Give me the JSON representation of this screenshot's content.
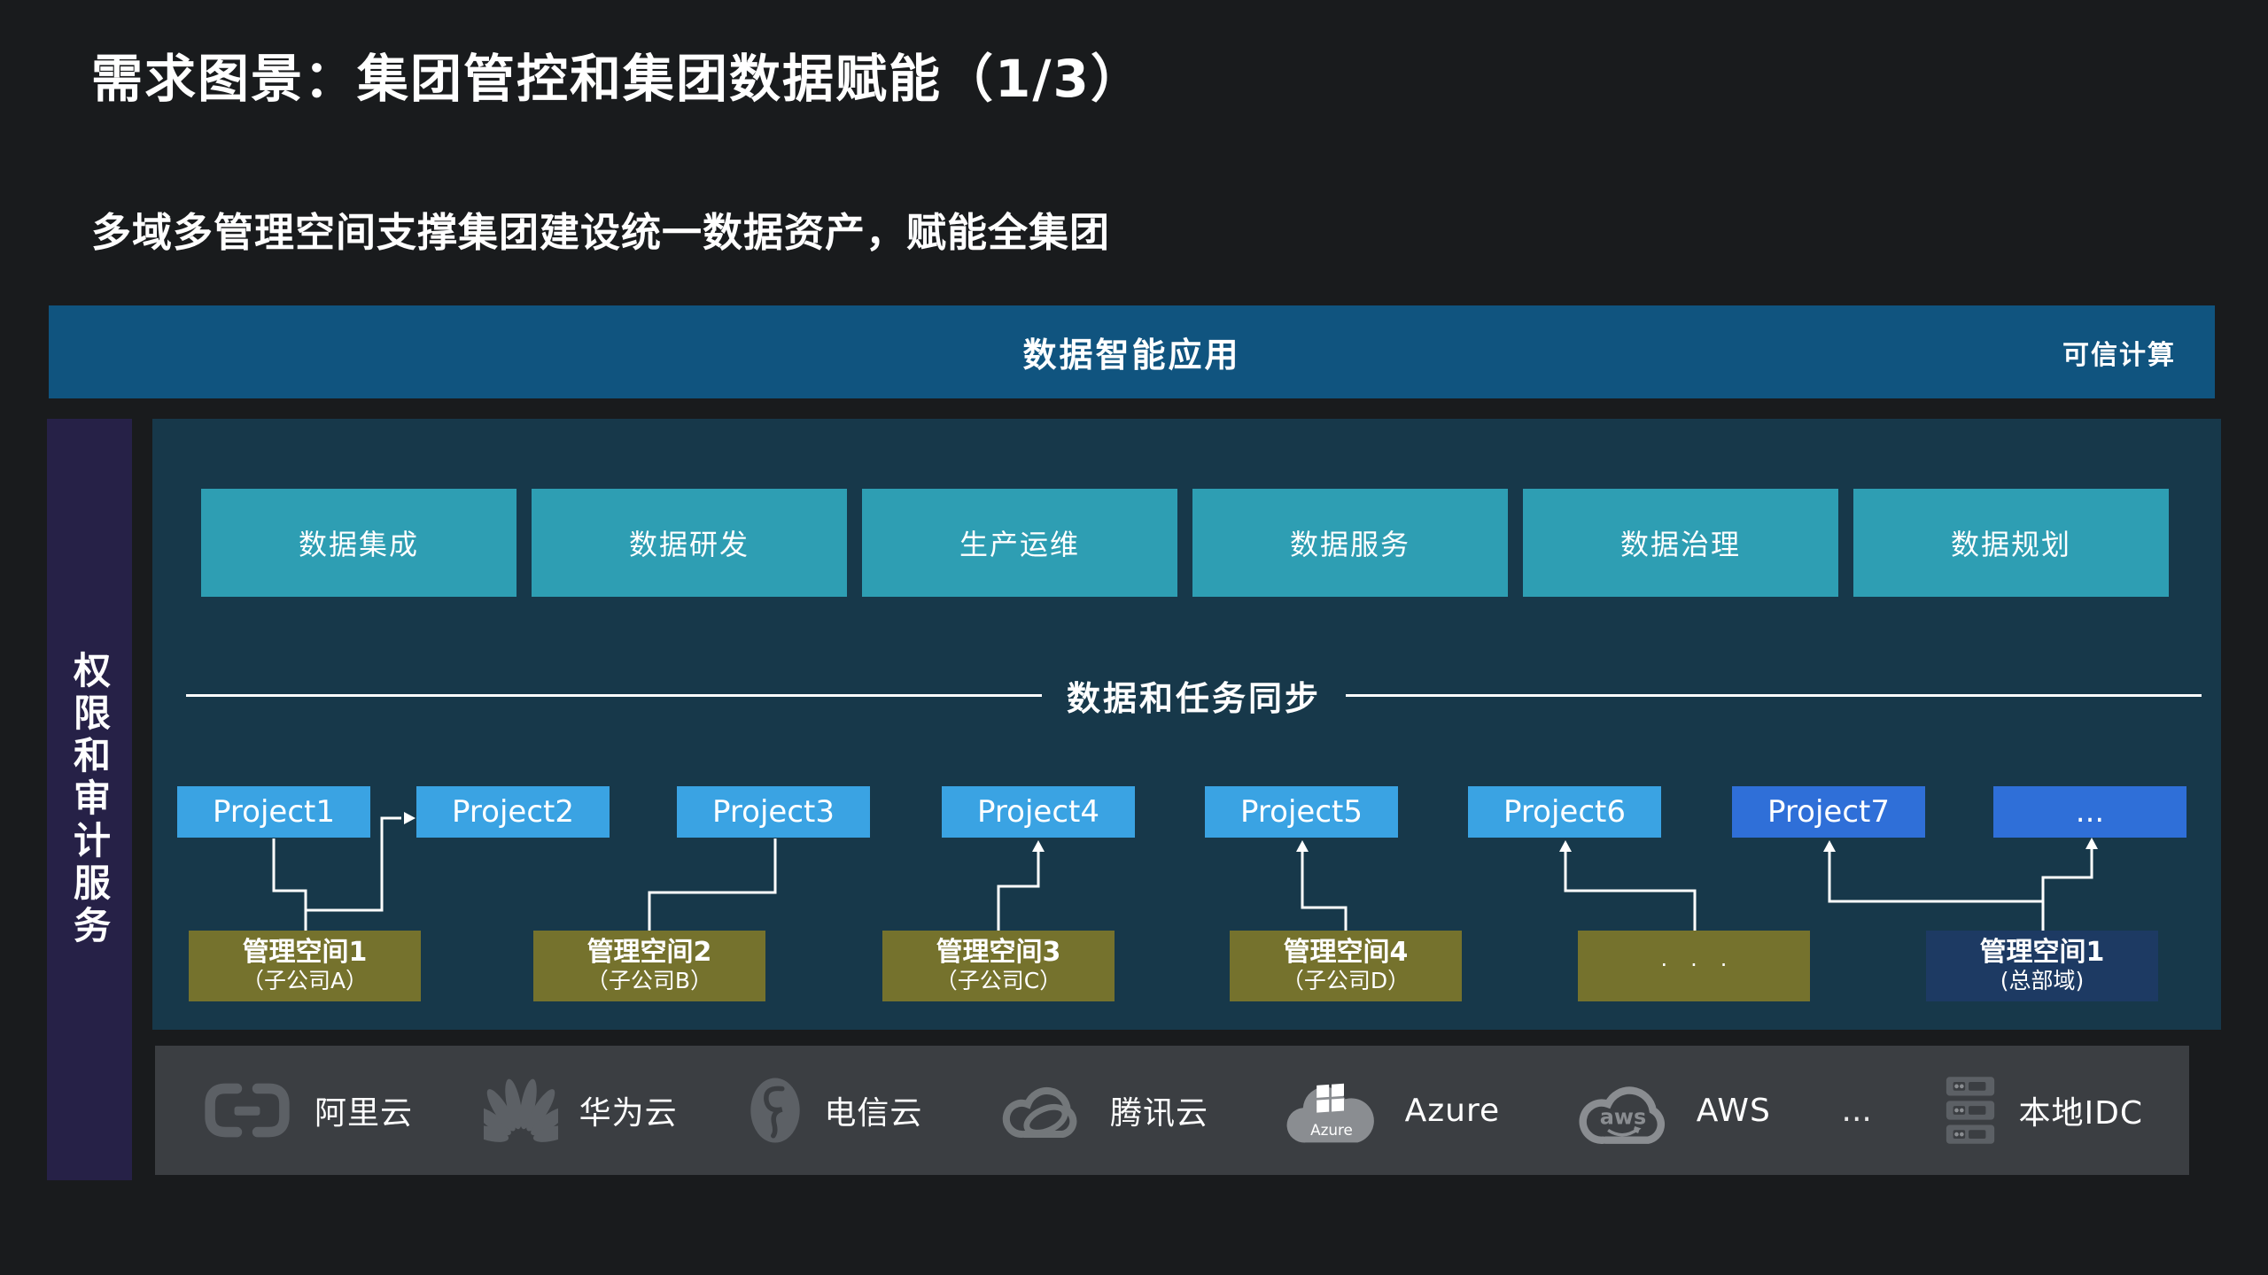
{
  "slide": {
    "title": "需求图景：集团管控和集团数据赋能（1/3）",
    "subtitle": "多域多管理空间支撑集团建设统一数据资产，赋能全集团"
  },
  "top_banner": {
    "title": "数据智能应用",
    "right_label": "可信计算"
  },
  "sidebar": {
    "label": "权限和审计服务"
  },
  "modules": {
    "items": [
      "数据集成",
      "数据研发",
      "生产运维",
      "数据服务",
      "数据治理",
      "数据规划"
    ]
  },
  "sync_divider": {
    "label": "数据和任务同步"
  },
  "projects": {
    "items": [
      "Project1",
      "Project2",
      "Project3",
      "Project4",
      "Project5",
      "Project6",
      "Project7",
      "..."
    ]
  },
  "workspaces": {
    "items": [
      {
        "title": "管理空间1",
        "subtitle": "（子公司A）"
      },
      {
        "title": "管理空间2",
        "subtitle": "（子公司B）"
      },
      {
        "title": "管理空间3",
        "subtitle": "（子公司C）"
      },
      {
        "title": "管理空间4",
        "subtitle": "（子公司D）"
      },
      {
        "title": "···",
        "subtitle": ""
      },
      {
        "title": "管理空间1",
        "subtitle": "(总部域)"
      }
    ]
  },
  "providers": {
    "items": [
      {
        "label": "阿里云"
      },
      {
        "label": "华为云"
      },
      {
        "label": "电信云"
      },
      {
        "label": "腾讯云"
      },
      {
        "label": "Azure"
      },
      {
        "label": "AWS"
      },
      {
        "label": "..."
      },
      {
        "label": "本地IDC"
      }
    ],
    "azure_logo_text": "Azure",
    "aws_logo_text": "aws"
  },
  "colors": {
    "banner_blue": "#10547f",
    "panel_teal": "#17384a",
    "module_teal": "#2e9eb3",
    "project_blue": "#3aa3e3",
    "project_royal": "#2f6fd8",
    "workspace_olive": "#75722d",
    "workspace_navy": "#1d3a63",
    "sidebar_navy": "#262147",
    "provider_bar_gray": "#3b3e42",
    "connector_white": "#ffffff"
  }
}
